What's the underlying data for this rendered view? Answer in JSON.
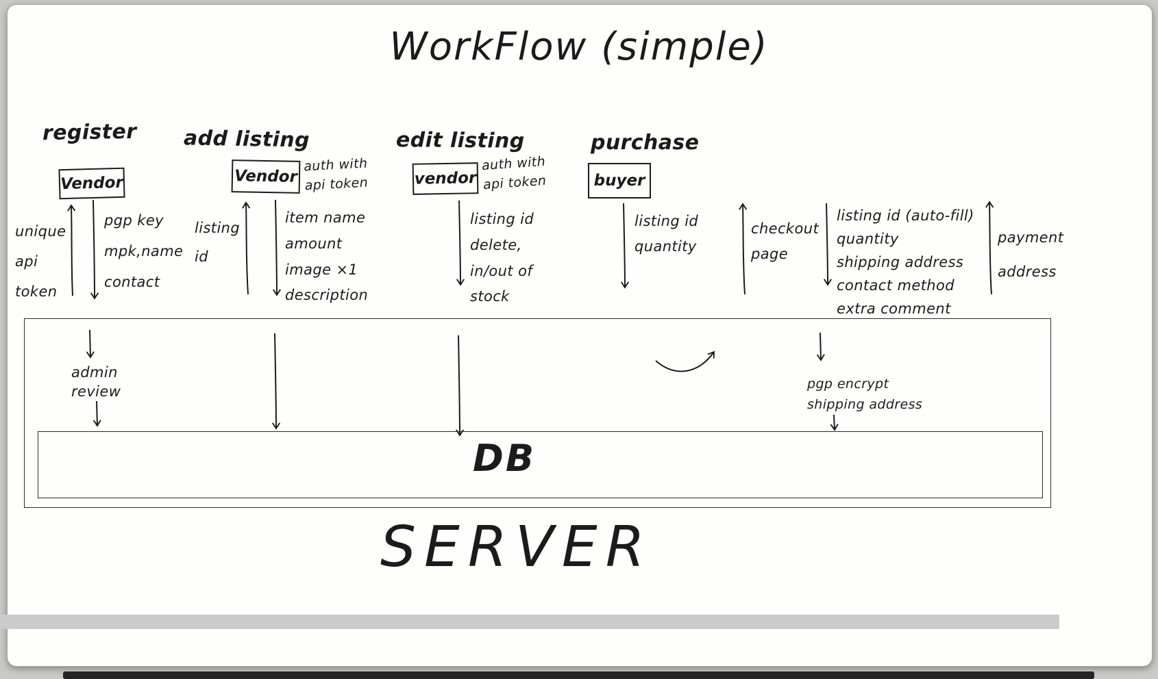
{
  "title": "WorkFlow (simple)",
  "sections": {
    "register": {
      "heading": "register",
      "box": "Vendor",
      "up_label": "unique\napi\ntoken",
      "down_label": "pgp key\nmpk,name\ncontact",
      "admin_label": "admin\nreview"
    },
    "add_listing": {
      "heading": "add listing",
      "box": "Vendor",
      "auth_note": "auth with\napi token",
      "up_label": "listing\nid",
      "down_label": "item name\namount\nimage ×1\ndescription"
    },
    "edit_listing": {
      "heading": "edit listing",
      "box": "vendor",
      "auth_note": "auth with\napi token",
      "down_label": "listing id\ndelete,\nin/out of\n  stock"
    },
    "purchase": {
      "heading": "purchase",
      "box": "buyer",
      "down_label": "listing id\nquantity",
      "checkout_label": "checkout\npage",
      "autofill_label": "listing id (auto-fill)\nquantity\nshipping address\ncontact method\nextra comment",
      "pgp_label": "pgp encrypt\nshipping address",
      "payment_label": "payment\naddress"
    }
  },
  "server": {
    "db_label": "DB",
    "server_label": "SERVER"
  }
}
